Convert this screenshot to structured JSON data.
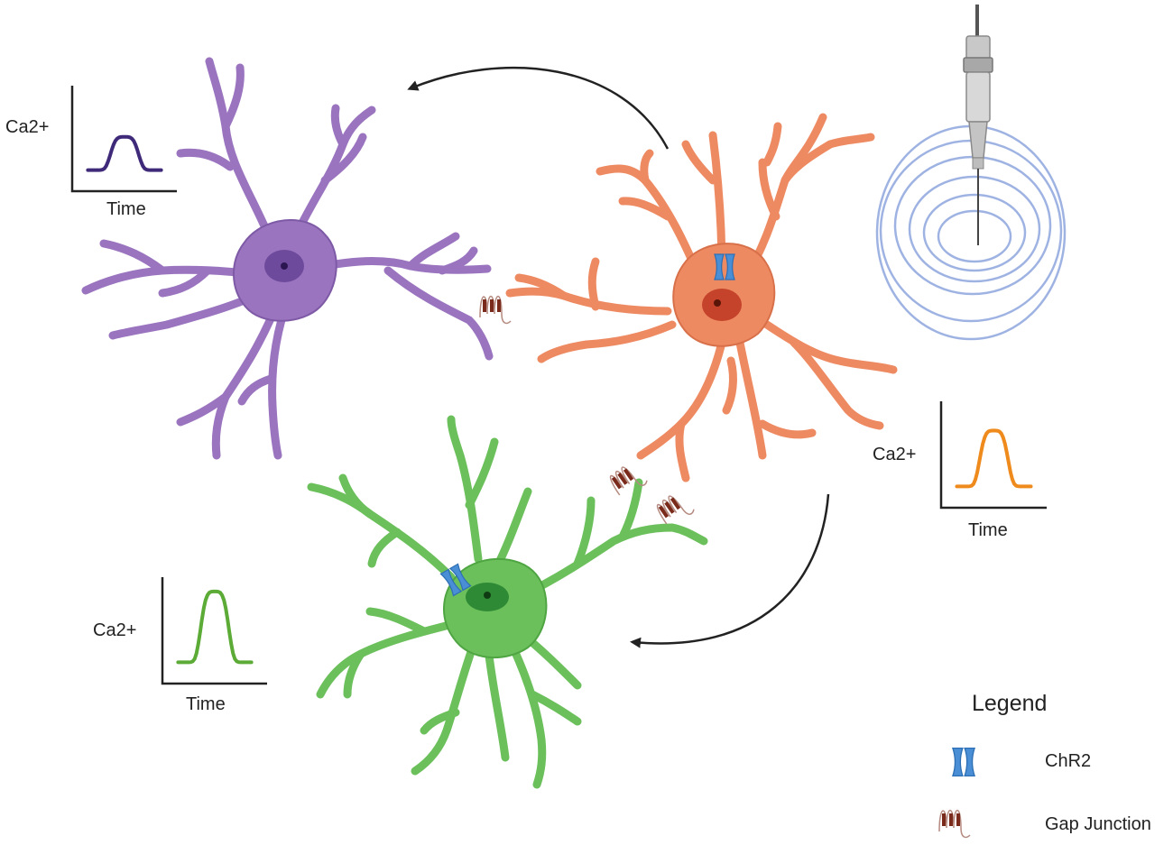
{
  "cells": [
    {
      "name": "purple",
      "color": "#9a74bf",
      "stroke": "#7e5aa6",
      "nucleus": "#6e4a9c",
      "nucleolus": "#2b1652"
    },
    {
      "name": "orange",
      "color": "#ee8a62",
      "stroke": "#d8704a",
      "nucleus": "#c5432b",
      "nucleolus": "#5a1509"
    },
    {
      "name": "green",
      "color": "#6cc05c",
      "stroke": "#4ea542",
      "nucleus": "#2f8a35",
      "nucleolus": "#0f3b12"
    }
  ],
  "plots": [
    {
      "id": "purple",
      "ylabel": "Ca2+",
      "xlabel": "Time",
      "color": "#3f2a7a",
      "peak": 0.45
    },
    {
      "id": "orange",
      "ylabel": "Ca2+",
      "xlabel": "Time",
      "color": "#ef8a1d",
      "peak": 0.75
    },
    {
      "id": "green",
      "ylabel": "Ca2+",
      "xlabel": "Time",
      "color": "#5bab36",
      "peak": 0.95
    }
  ],
  "legend": {
    "title": "Legend",
    "items": [
      {
        "label": "ChR2",
        "icon": "chr2-icon"
      },
      {
        "label": "Gap Junction",
        "icon": "gap-junction-icon"
      }
    ]
  },
  "colors": {
    "chr2": "#4a8fd6",
    "gap_junction": "#7a2a1a",
    "rings": "#9fb3e3",
    "arrow": "#222222"
  }
}
